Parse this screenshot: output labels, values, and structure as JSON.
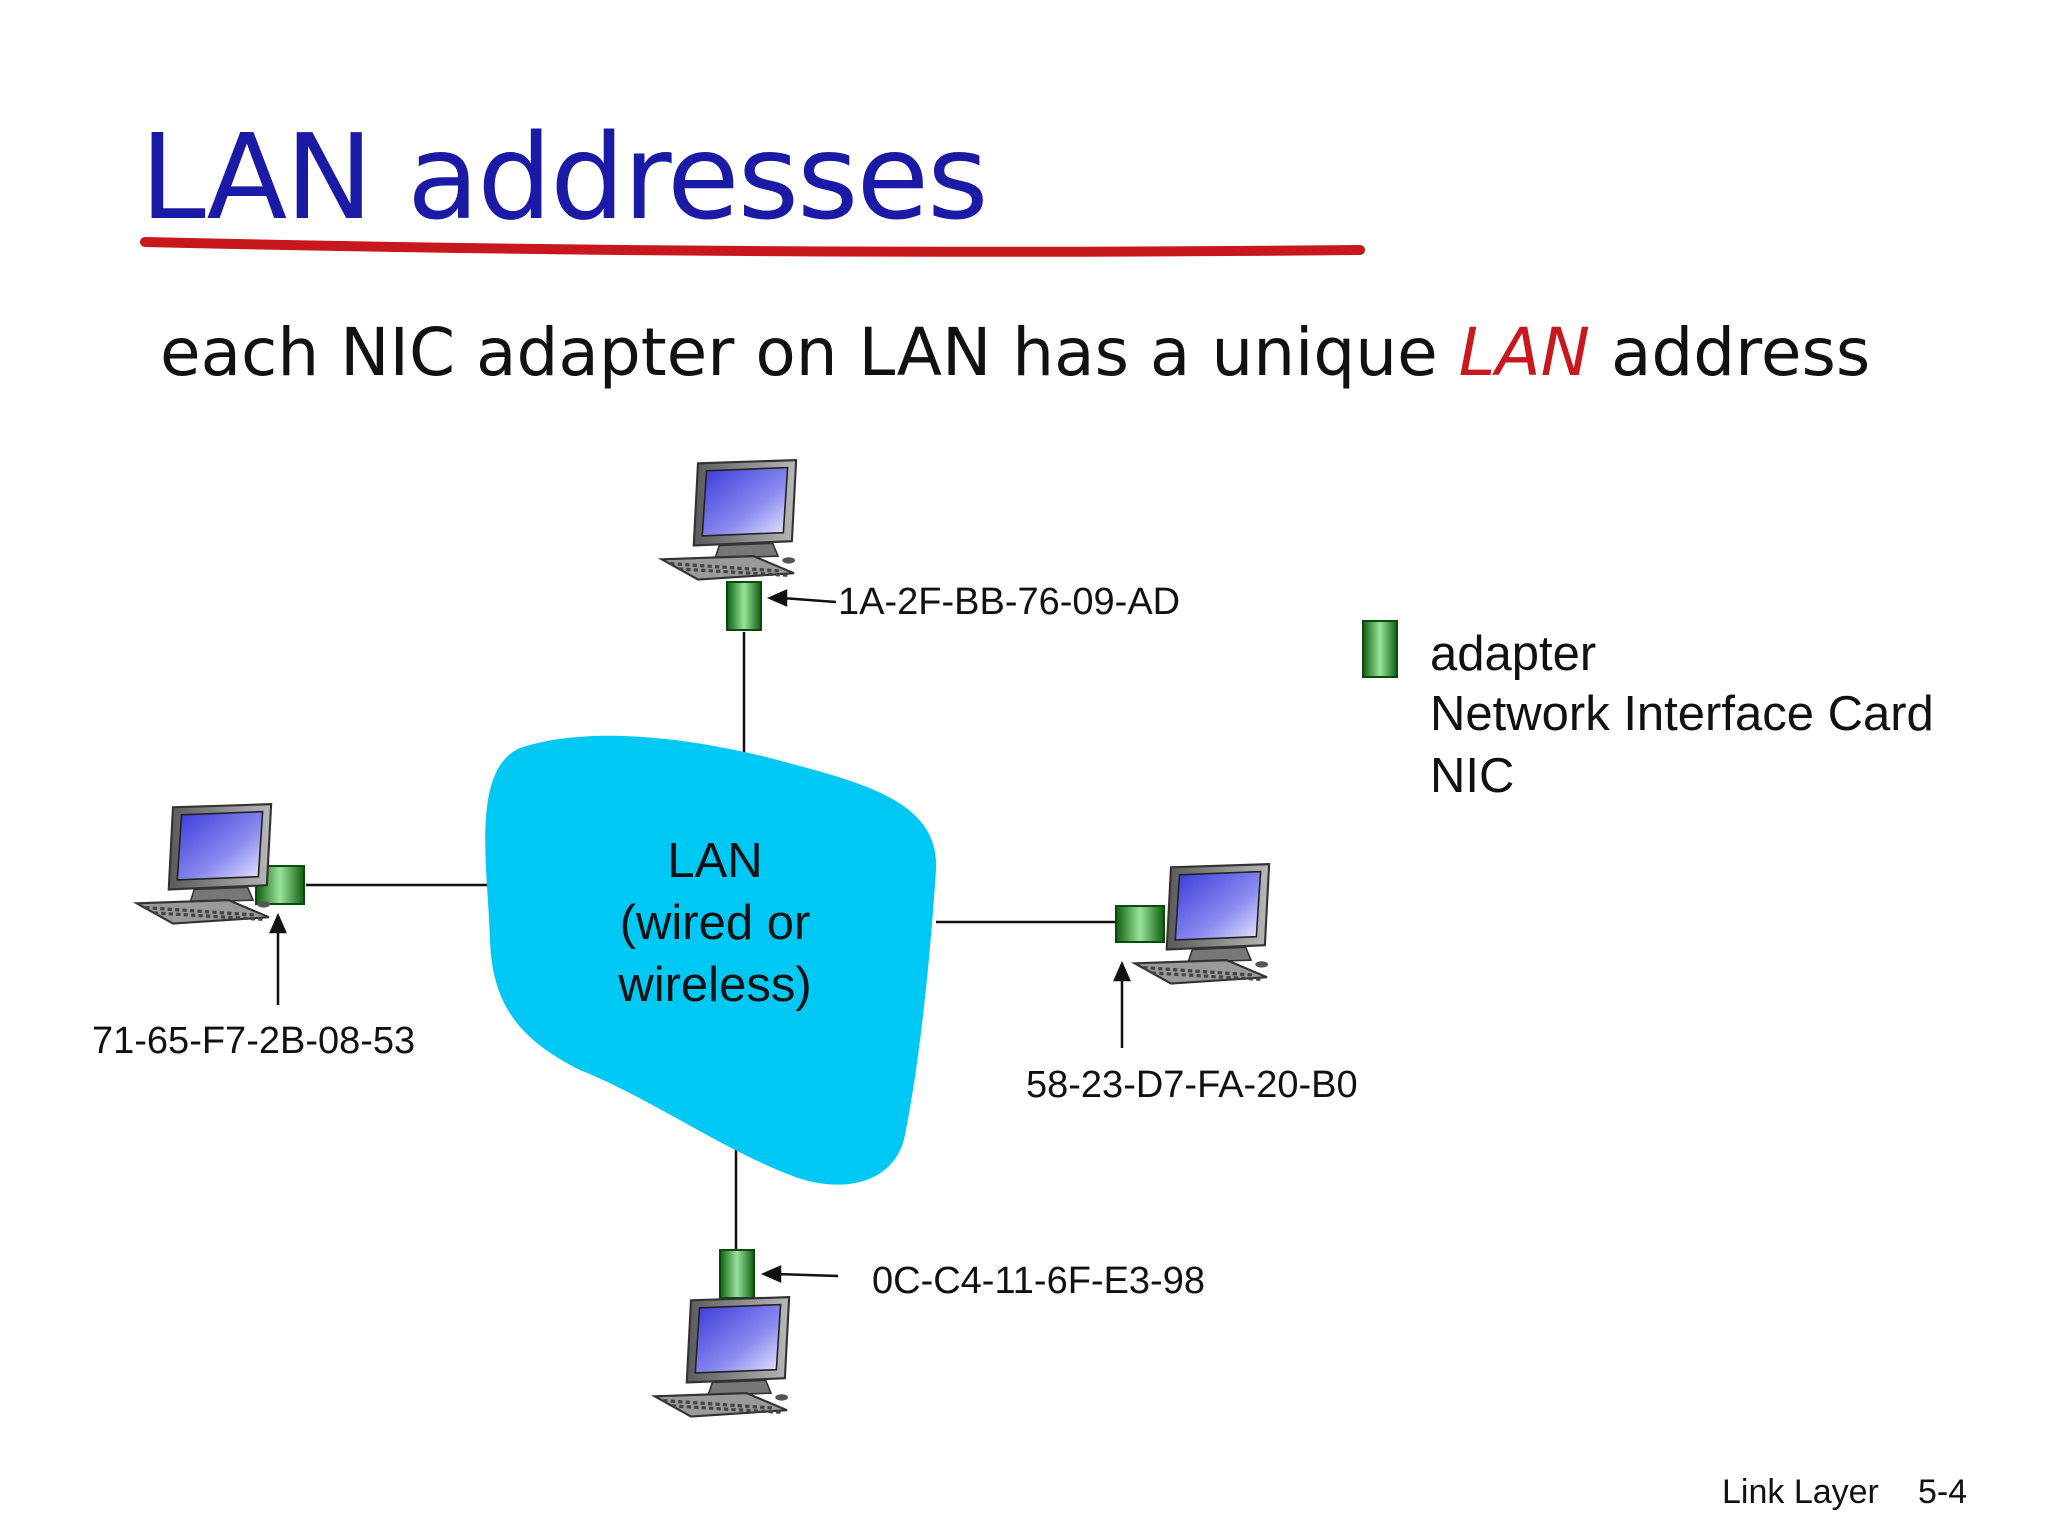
{
  "slide": {
    "title": "LAN addresses",
    "subtitle_before": "each NIC adapter on LAN has a unique ",
    "subtitle_emphasis": "LAN",
    "subtitle_after": " address"
  },
  "diagram": {
    "lan_label_lines": [
      "LAN",
      "(wired or",
      "wireless)"
    ],
    "hosts": [
      {
        "position": "top",
        "mac": "1A-2F-BB-76-09-AD"
      },
      {
        "position": "left",
        "mac": "71-65-F7-2B-08-53"
      },
      {
        "position": "right",
        "mac": "58-23-D7-FA-20-B0"
      },
      {
        "position": "bottom",
        "mac": "0C-C4-11-6F-E3-98"
      }
    ],
    "colors": {
      "lan_cloud": "#00c8f5",
      "nic": "#2e9e2e",
      "title": "#1a1aa6",
      "accent": "#c8171d"
    }
  },
  "legend": {
    "lines": [
      "adapter",
      "Network Interface Card",
      "NIC"
    ]
  },
  "footer": {
    "section": "Link Layer",
    "page": "5-4"
  }
}
